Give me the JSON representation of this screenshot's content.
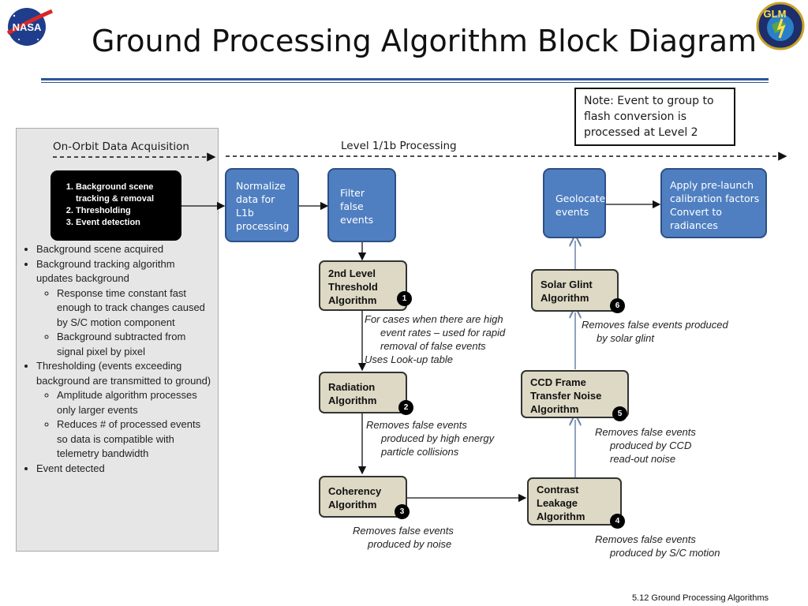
{
  "title": "Ground Processing Algorithm Block Diagram",
  "logos": {
    "nasa": "NASA",
    "glm": "GLM"
  },
  "note": {
    "lines": [
      "Note: Event to group to",
      "flash conversion is",
      "processed at Level 2"
    ]
  },
  "phases": {
    "onorbit": "On-Orbit Data Acquisition",
    "level1": "Level 1/1b Processing"
  },
  "onboard_steps": [
    "Background scene tracking & removal",
    "Thresholding",
    "Event detection"
  ],
  "blocks": {
    "normalize": [
      "Normalize",
      "data for",
      "L1b",
      "processing"
    ],
    "filter": [
      "Filter",
      "false",
      "events"
    ],
    "geolocate": [
      "Geolocate",
      "events"
    ],
    "calibrate": [
      "Apply pre-launch",
      "calibration factors",
      "Convert to",
      "radiances"
    ]
  },
  "algorithms": [
    {
      "number": "1",
      "lines": [
        "2nd Level",
        "Threshold",
        "Algorithm"
      ],
      "note": [
        "For cases when there are high",
        "event rates – used for rapid",
        "removal of false events",
        "Uses Look-up table"
      ]
    },
    {
      "number": "2",
      "lines": [
        "Radiation",
        "Algorithm"
      ],
      "note": [
        "Removes false events",
        "produced by high energy",
        "particle collisions"
      ]
    },
    {
      "number": "3",
      "lines": [
        "Coherency",
        "Algorithm"
      ],
      "note": [
        "Removes false events",
        "produced by noise"
      ]
    },
    {
      "number": "4",
      "lines": [
        "Contrast",
        "Leakage",
        "Algorithm"
      ],
      "note": [
        "Removes false events",
        "produced by S/C motion"
      ]
    },
    {
      "number": "5",
      "lines": [
        "CCD Frame",
        "Transfer Noise",
        "Algorithm"
      ],
      "note": [
        "Removes false events",
        "produced by CCD",
        "read-out noise"
      ]
    },
    {
      "number": "6",
      "lines": [
        "Solar Glint",
        "Algorithm"
      ],
      "note": [
        "Removes false events produced",
        "by solar glint"
      ]
    }
  ],
  "bullets": {
    "b1": "Background scene acquired",
    "b2": "Background tracking algorithm updates background",
    "b2a": "Response time constant fast enough to track changes caused by S/C motion component",
    "b2b": "Background subtracted from signal pixel by pixel",
    "b3": "Thresholding (events exceeding background are transmitted to ground)",
    "b3a": "Amplitude algorithm processes only larger events",
    "b3b": "Reduces # of processed events so data is compatible with telemetry bandwidth",
    "b4": "Event detected"
  },
  "footer": "5.12 Ground Processing Algorithms",
  "colors": {
    "accent_blue": "#4f7fc1",
    "rule_blue": "#2f5597",
    "tan": "#ddd9c4",
    "panel_gray": "#e6e6e6"
  }
}
